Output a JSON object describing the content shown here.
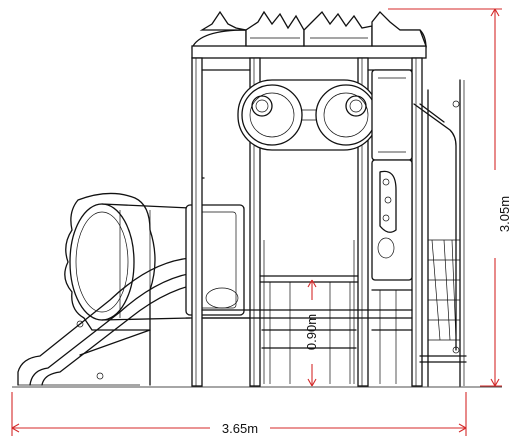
{
  "dimensions": {
    "width_label": "3.65m",
    "height_label": "3.05m",
    "deck_height_label": "0.90m"
  },
  "colors": {
    "line": "#111111",
    "dimension_line": "#d42a2a",
    "background": "#ffffff"
  }
}
